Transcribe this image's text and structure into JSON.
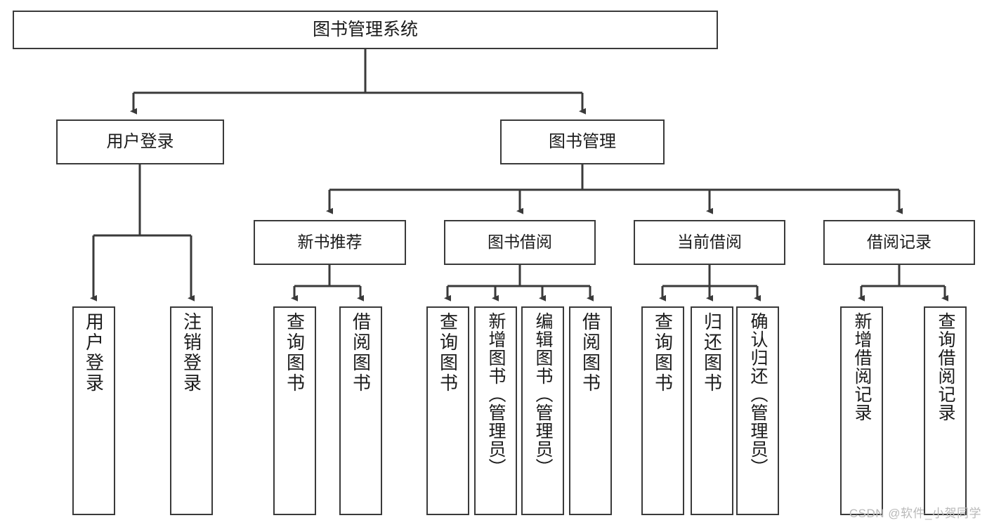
{
  "diagram": {
    "type": "tree-hierarchy-chart",
    "title": "图书管理系统",
    "watermark": "CSDN @软件_小贺同学",
    "colors": {
      "box_border": "#3a3a3a",
      "box_fill": "#ffffff",
      "edge": "#3a3a3a",
      "text": "#1b1b1b",
      "watermark": "#b9b9b9"
    },
    "nodes": {
      "root": {
        "label": "图书管理系统"
      },
      "level1": [
        {
          "label": "用户登录"
        },
        {
          "label": "图书管理"
        }
      ],
      "level2": [
        {
          "label": "新书推荐"
        },
        {
          "label": "图书借阅"
        },
        {
          "label": "当前借阅"
        },
        {
          "label": "借阅记录"
        }
      ],
      "leaves": {
        "user_login": [
          {
            "label": "用户登录"
          },
          {
            "label": "注销登录"
          }
        ],
        "new_book_recommend": [
          {
            "label": "查询图书"
          },
          {
            "label": "借阅图书"
          }
        ],
        "book_borrow": [
          {
            "label": "查询图书"
          },
          {
            "label": "新增图书（管理员）"
          },
          {
            "label": "编辑图书（管理员）"
          },
          {
            "label": "借阅图书"
          }
        ],
        "current_borrow": [
          {
            "label": "查询图书"
          },
          {
            "label": "归还图书"
          },
          {
            "label": "确认归还（管理员）"
          }
        ],
        "borrow_record": [
          {
            "label": "新增借阅记录"
          },
          {
            "label": "查询借阅记录"
          }
        ]
      }
    }
  }
}
